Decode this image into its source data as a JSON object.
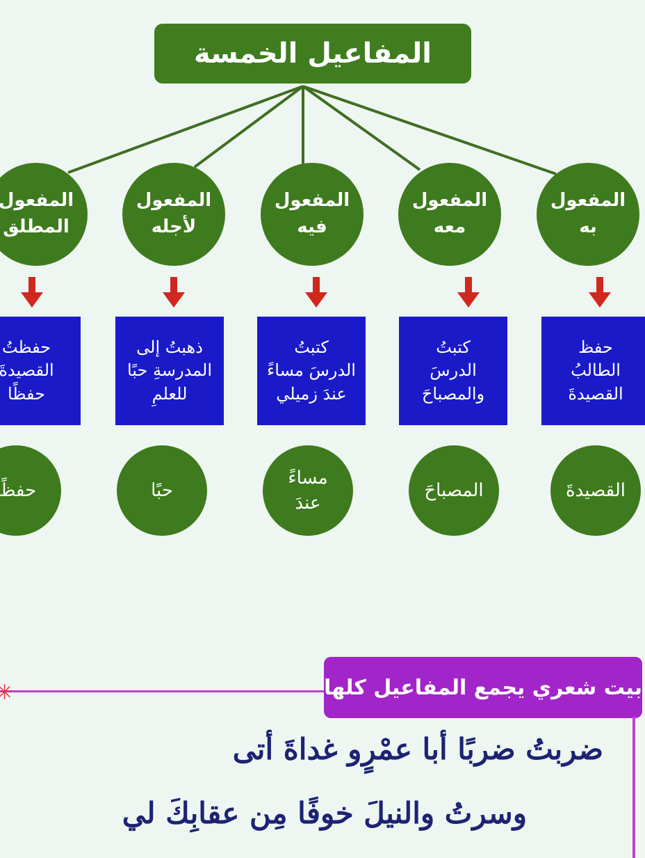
{
  "title": "المفاعيل الخمسة",
  "columns": [
    {
      "name": [
        "المفعول",
        "به"
      ],
      "example": [
        "حفظ",
        "الطالبُ",
        "القصيدةَ"
      ],
      "answer": [
        "القصيدةَ"
      ]
    },
    {
      "name": [
        "المفعول",
        "معه"
      ],
      "example": [
        "كتبتُ",
        "الدرسَ",
        "والمصباحَ"
      ],
      "answer": [
        "المصباحَ"
      ]
    },
    {
      "name": [
        "المفعول",
        "فيه"
      ],
      "example": [
        "كتبتُ",
        "الدرسَ مساءً",
        "عندَ زميلي"
      ],
      "answer": [
        "مساءً",
        "عندَ"
      ]
    },
    {
      "name": [
        "المفعول",
        "لأجله"
      ],
      "example": [
        "ذهبتُ إلى",
        "المدرسةِ حبًا",
        "للعلمِ"
      ],
      "answer": [
        "حبًا"
      ]
    },
    {
      "name": [
        "المفعول",
        "المطلق"
      ],
      "example": [
        "حفظتُ",
        "القصيدةَ",
        "حفظًا"
      ],
      "answer": [
        "حفظًا"
      ]
    }
  ],
  "verse": {
    "label": "بيت شعري يجمع المفاعيل كلها",
    "line1": "ضربتُ ضربًا أبا عمْرٍو غداةَ أتى",
    "line2": "وسرتُ والنيلَ خوفًا مِن عقابِكَ لي"
  },
  "colors": {
    "green": "#3e7a1e",
    "blue": "#1a1ac8",
    "arrow": "#d0281e",
    "purple": "#a225c9",
    "verse_text": "#1c2373"
  }
}
